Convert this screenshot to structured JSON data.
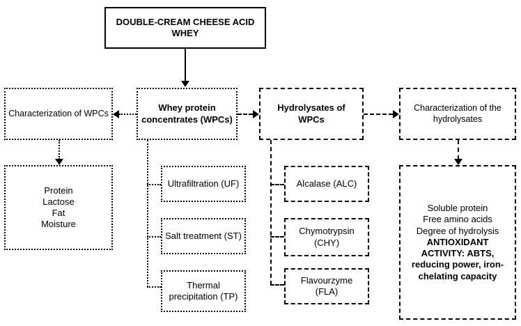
{
  "diagram": {
    "title": "Double-cream cheese acid whey processing flowchart",
    "nodes": {
      "source": {
        "label": "DOUBLE-CREAM CHEESE ACID WHEY"
      },
      "char_wpcs": {
        "label": "Characterization of WPCs"
      },
      "wpcs": {
        "label": "Whey protein concentrates (WPCs)"
      },
      "hydrolysates": {
        "label": "Hydrolysates of WPCs"
      },
      "char_hydro": {
        "label": "Characterization of the hydrolysates"
      },
      "wpc_analyses": {
        "lines": [
          "Protein",
          "Lactose",
          "Fat",
          "Moisture"
        ]
      },
      "uf": {
        "label": "Ultrafiltration (UF)"
      },
      "st": {
        "label": "Salt treatment (ST)"
      },
      "tp": {
        "label": "Thermal precipitation (TP)"
      },
      "alc": {
        "label": "Alcalase (ALC)"
      },
      "chy": {
        "label": "Chymotrypsin (CHY)"
      },
      "fla": {
        "label": "Flavourzyme (FLA)"
      },
      "hydro_analyses": {
        "plain_lines": [
          "Soluble protein",
          "Free amino acids",
          "Degree of hydrolysis"
        ],
        "bold_lines": [
          "ANTIOXIDANT",
          "ACTIVITY: ABTS,",
          "reducing power, iron-",
          "chelating capacity"
        ]
      }
    },
    "colors": {
      "stroke": "#000000",
      "background": "#ffffff",
      "text": "#000000"
    }
  }
}
